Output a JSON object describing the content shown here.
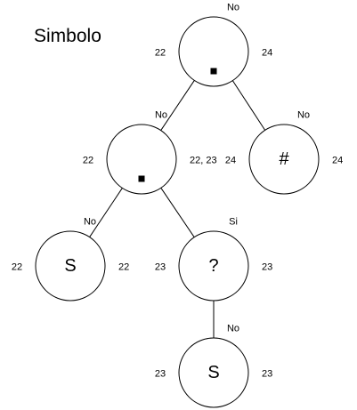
{
  "title": "Simbolo",
  "colors": {
    "stroke": "#000000",
    "fill": "#ffffff",
    "text": "#000000"
  },
  "nodes": [
    {
      "id": "root",
      "symbol": "dot-icon",
      "nullable": "No",
      "firstpos": "22",
      "lastpos": "24"
    },
    {
      "id": "concat",
      "symbol": "dot-icon",
      "nullable": "No",
      "firstpos": "22",
      "lastpos": "22, 23"
    },
    {
      "id": "hash",
      "symbol": "#",
      "nullable": "No",
      "firstpos": "24",
      "lastpos": "24"
    },
    {
      "id": "s1",
      "symbol": "S",
      "nullable": "No",
      "firstpos": "22",
      "lastpos": "22"
    },
    {
      "id": "optional",
      "symbol": "?",
      "nullable": "Si",
      "firstpos": "23",
      "lastpos": "23"
    },
    {
      "id": "s2",
      "symbol": "S",
      "nullable": "No",
      "firstpos": "23",
      "lastpos": "23"
    }
  ],
  "edges": [
    {
      "from": "root",
      "to": "concat"
    },
    {
      "from": "root",
      "to": "hash"
    },
    {
      "from": "concat",
      "to": "s1"
    },
    {
      "from": "concat",
      "to": "optional"
    },
    {
      "from": "optional",
      "to": "s2"
    }
  ]
}
